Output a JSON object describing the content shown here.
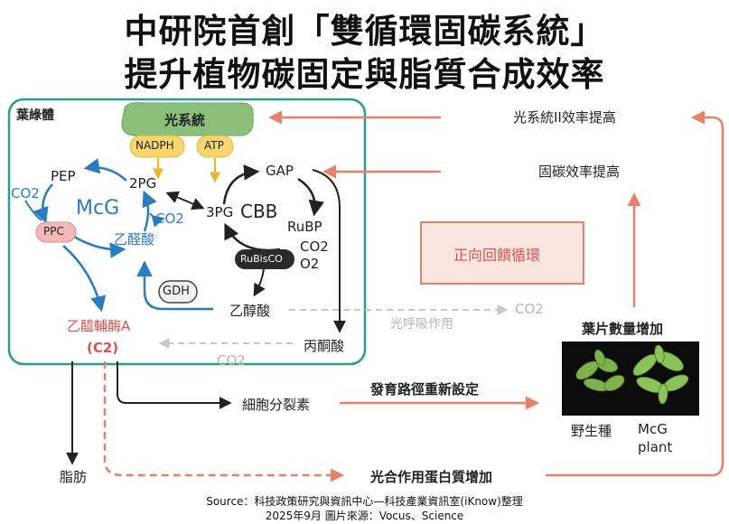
{
  "title": {
    "line1": "中研院首創「雙循環固碳系統」",
    "line2": "提升植物碳固定與脂質合成效率"
  },
  "chloroplast": {
    "label": "葉綠體",
    "photosystem": "光系統",
    "nadph": "NADPH",
    "atp": "ATP",
    "mcg": "McG",
    "cbb": "CBB",
    "pep": "PEP",
    "co2_left": "CO2",
    "two_pg": "2PG",
    "three_pg": "3PG",
    "gap": "GAP",
    "rubp": "RuBP",
    "co2_rubp": "CO2",
    "o2": "O2",
    "rubisco": "RuBisCO",
    "ppc": "PPC",
    "co2_mcg": "CO2",
    "glyoxylate": "乙醛酸",
    "gdh": "GDH",
    "glycolate": "乙醇酸",
    "acetyl_coa": "乙醯輔酶A",
    "c2": "(C2)",
    "pyruvate": "丙酮酸",
    "co2_bottom": "CO2"
  },
  "right": {
    "ps2_efficiency": "光系統II效率提高",
    "fixation_efficiency": "固碳效率提高",
    "feedback_loop": "正向回饋循環",
    "photorespiration": "光呼吸作用",
    "co2_photoresp": "CO2",
    "leaf_count": "葉片數量增加",
    "wild_type": "野生種",
    "mcg_plant_1": "McG",
    "mcg_plant_2": "plant",
    "dev_reset": "發育路徑重新設定",
    "cell_division": "細胞分裂素",
    "fat": "脂肪",
    "protein_increase": "光合作用蛋白質增加"
  },
  "source": {
    "line1": "Source：科技政策研究與資訊中心—科技產業資訊室(iKnow)整理",
    "line2": "2025年9月  圖片來源：Vocus、Science"
  },
  "colors": {
    "teal_border": "#2a9b8f",
    "blue_arrow": "#2b7bbf",
    "salmon": "#e8806a",
    "green_photosystem": "#8cc07a",
    "yellow": "#f5d76e",
    "grey_dashed": "#c8c8c8",
    "red_text": "#d9534f"
  }
}
